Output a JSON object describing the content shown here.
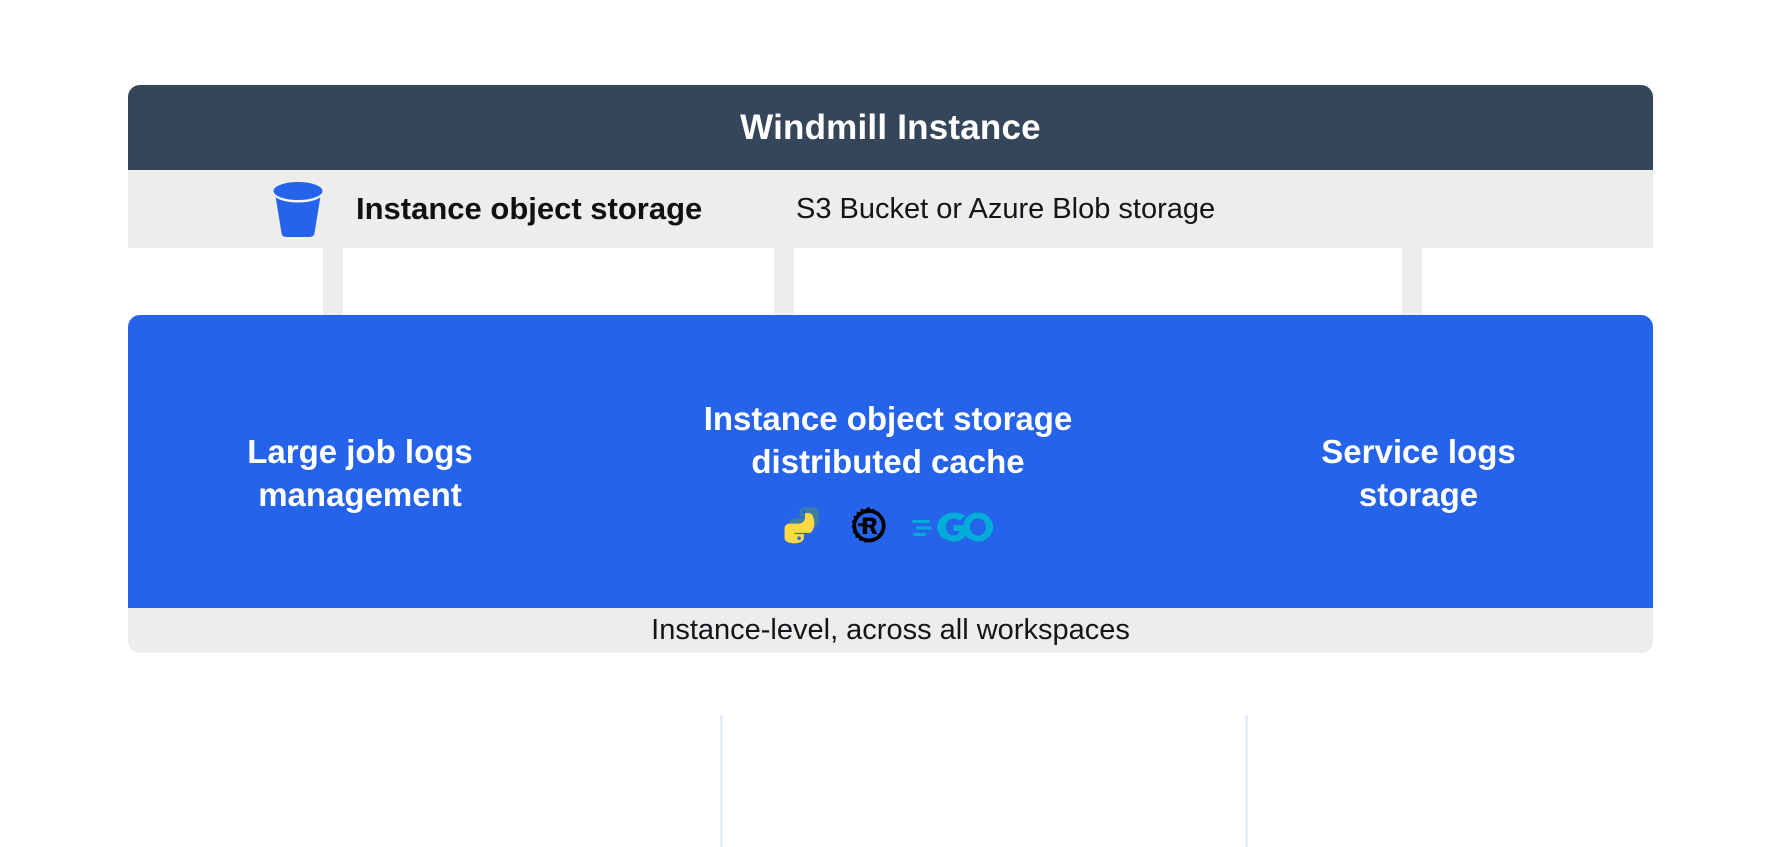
{
  "header": {
    "title": "Windmill Instance",
    "bg_color": "#36465A",
    "text_color": "#FFFFFF"
  },
  "subheader": {
    "icon": "bucket-icon",
    "icon_color": "#2563EB",
    "label": "Instance object storage",
    "note": "S3 Bucket or Azure Blob storage",
    "bg_color": "#EDEDEC"
  },
  "connectors": [
    {
      "name": "arrow-to-large-job-logs",
      "direction": "down",
      "color": "#EDEDEC"
    },
    {
      "name": "arrow-to-distributed-cache",
      "direction": "down",
      "color": "#EDEDEC"
    },
    {
      "name": "arrow-to-service-logs",
      "direction": "down",
      "color": "#EDEDEC"
    }
  ],
  "panel": {
    "bg_color": "#2563EB",
    "text_color": "#FFFFFF",
    "divider_color": "#E8EEFC",
    "columns": [
      {
        "id": "large-job-logs",
        "title": "Large job logs\nmanagement",
        "logos": []
      },
      {
        "id": "distributed-cache",
        "title": "Instance object storage\ndistributed cache",
        "logos": [
          {
            "name": "python-logo",
            "label": "Python",
            "colors": [
              "#3B7EA1",
              "#FFD845"
            ]
          },
          {
            "name": "rust-logo",
            "label": "Rust",
            "colors": [
              "#000000"
            ]
          },
          {
            "name": "go-logo",
            "label": "Go",
            "colors": [
              "#00ADD8"
            ]
          }
        ]
      },
      {
        "id": "service-logs",
        "title": "Service logs\nstorage",
        "logos": []
      }
    ]
  },
  "footer": {
    "text": "Instance-level, across all workspaces",
    "bg_color": "#EDEDEC"
  }
}
